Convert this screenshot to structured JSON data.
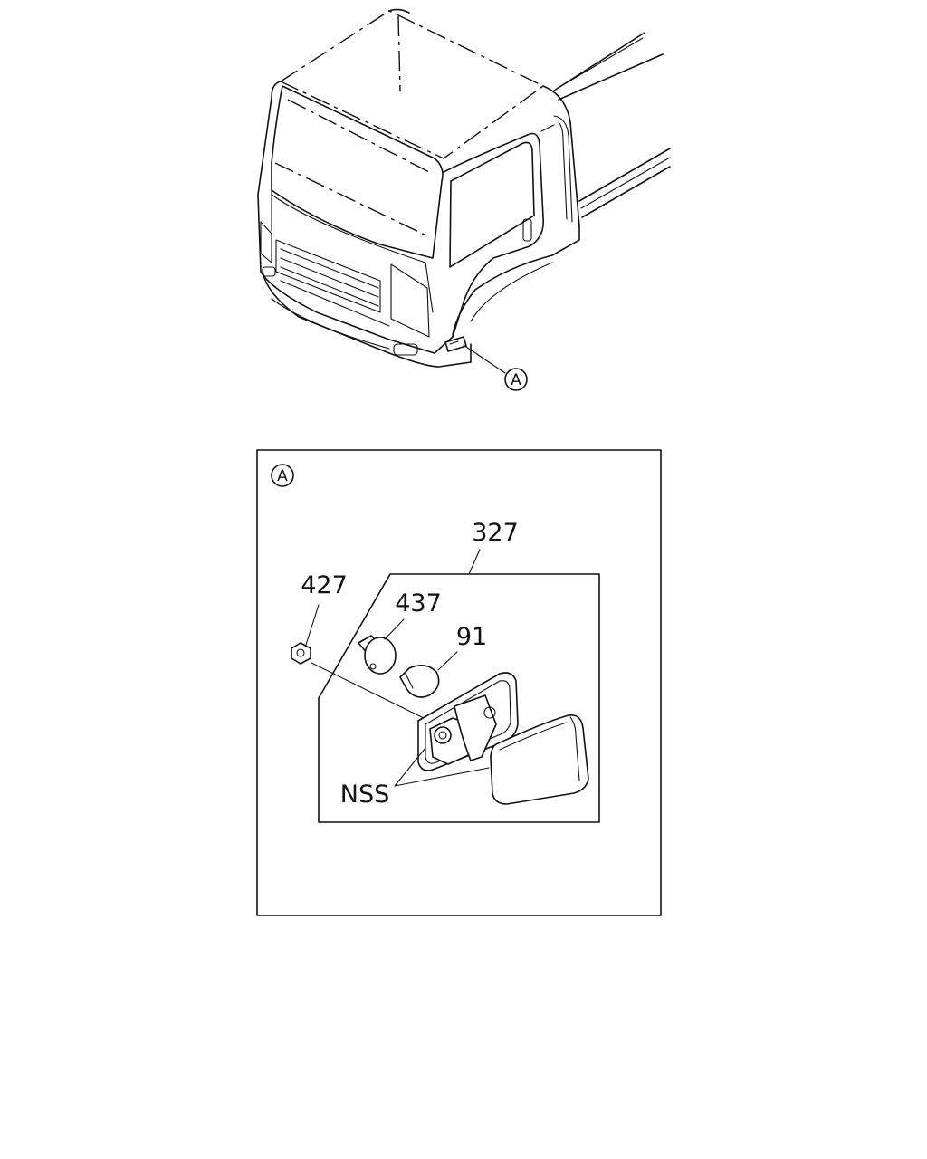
{
  "callouts": {
    "view_marker": "A",
    "detail_marker": "A",
    "part_327": "327",
    "part_427": "427",
    "part_437": "437",
    "part_91": "91",
    "nss": "NSS"
  }
}
